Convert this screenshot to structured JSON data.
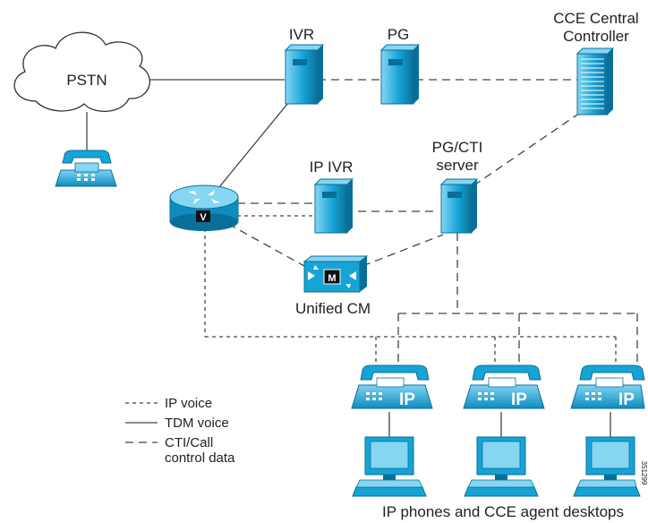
{
  "labels": {
    "pstn": "PSTN",
    "ivr": "IVR",
    "pg": "PG",
    "cce_central_line1": "CCE Central",
    "cce_central_line2": "Controller",
    "ip_ivr": "IP IVR",
    "pg_cti_line1": "PG/CTI",
    "pg_cti_line2": "server",
    "unified_cm": "Unified CM",
    "router_badge": "V",
    "cm_badge": "M",
    "phone_badge": "IP",
    "agents_caption": "IP phones and CCE agent desktops",
    "figure_id": "351299"
  },
  "legend": {
    "ip_voice": "IP voice",
    "tdm_voice": "TDM voice",
    "cti_line1": "CTI/Call",
    "cti_line2": "control data"
  },
  "colors": {
    "device_cyan": "#16a3d6",
    "device_light": "#86d6f2",
    "device_dark": "#0a6f98",
    "line": "#444444"
  },
  "icons": {
    "cloud": "cloud-icon",
    "phone": "phone-icon",
    "server": "server-icon",
    "router": "router-icon",
    "desktop": "desktop-icon"
  }
}
